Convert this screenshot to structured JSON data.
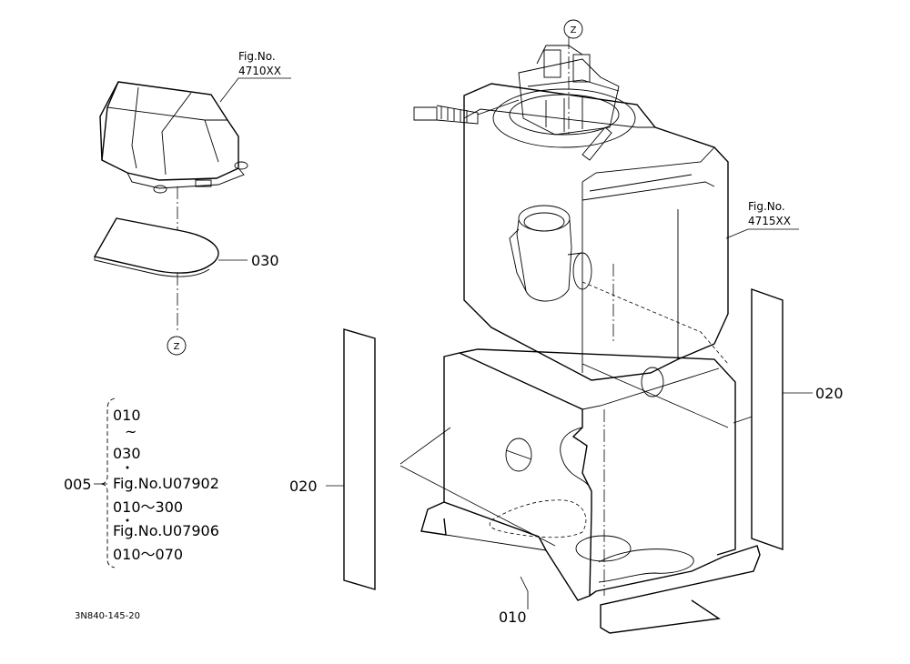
{
  "diagram": {
    "callouts": {
      "filter_cover": {
        "fig_line1": "Fig.No.",
        "fig_line2": "4710XX"
      },
      "tank": {
        "fig_line1": "Fig.No.",
        "fig_line2": "4715XX"
      },
      "pad": "030",
      "strip_right": "020",
      "strip_left": "020",
      "bracket": "010",
      "ref_top": "Z",
      "ref_bottom": "Z"
    },
    "assembly_group": {
      "label": "005",
      "lines": [
        "010",
        "~",
        "030",
        "Fig.No.U07902",
        "010～300",
        "Fig.No.U07906",
        "010～070"
      ]
    },
    "drawing_id": "3N840-145-20"
  }
}
